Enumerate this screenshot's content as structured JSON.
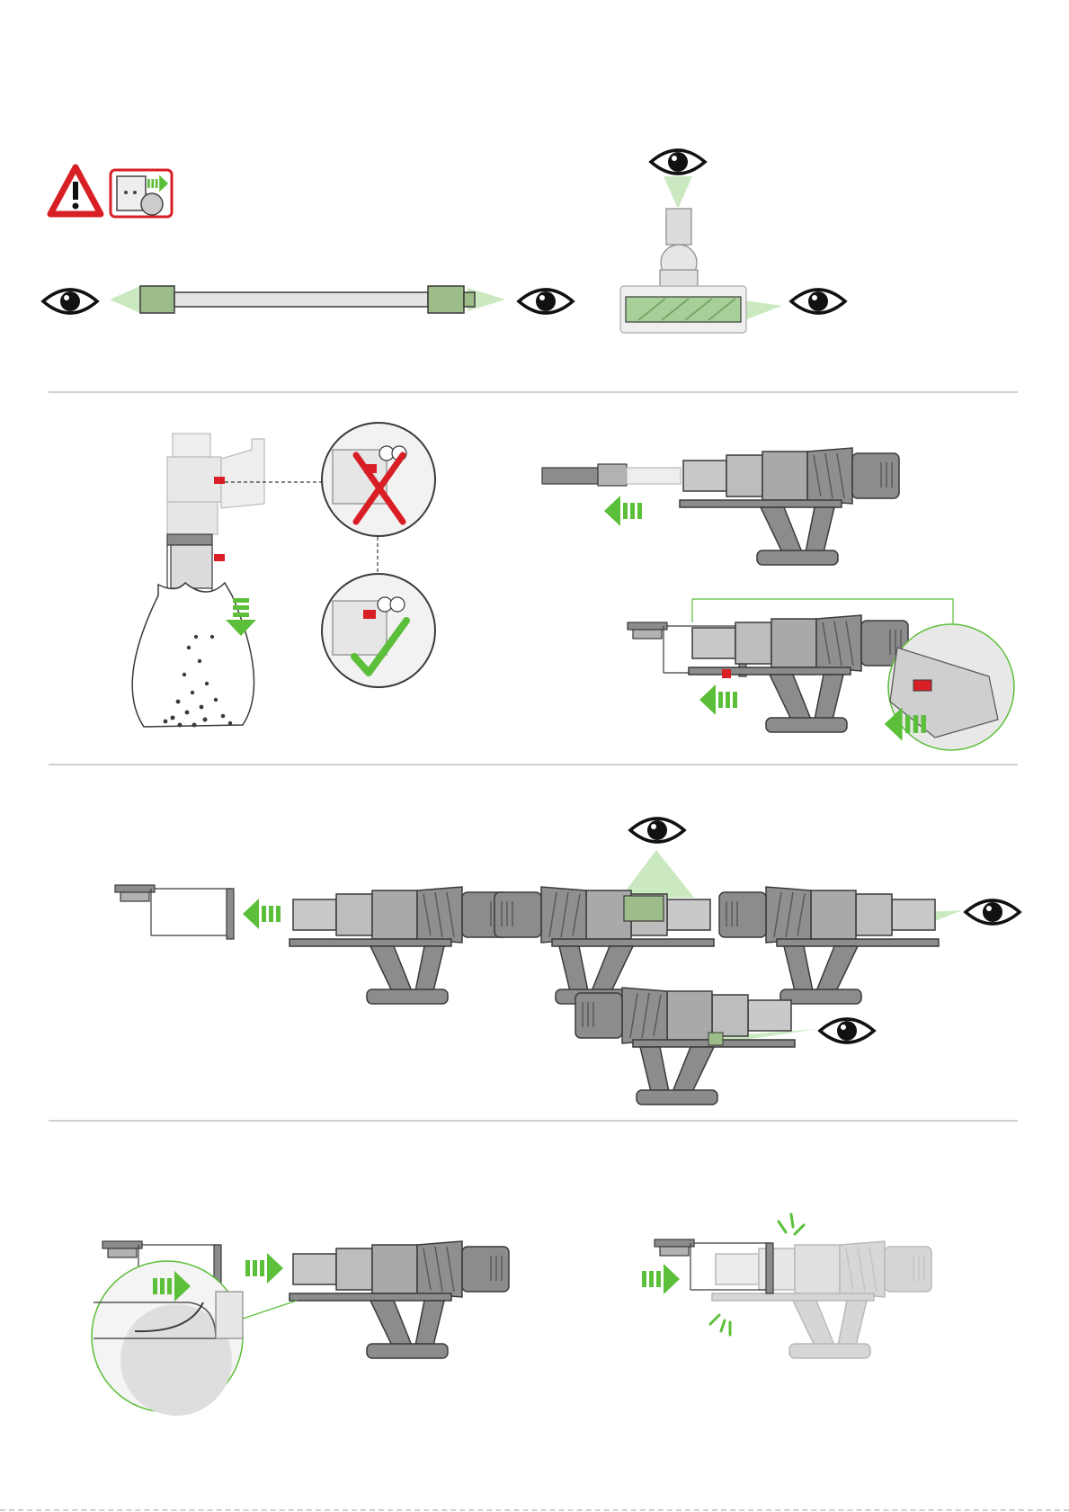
{
  "colors": {
    "accent_green": "#5cbf3a",
    "light_green": "#9fd78c",
    "beam_green": "#cbe9c0",
    "warning_red": "#d81f26",
    "body_gray": "#8c8c8c",
    "mid_gray": "#b2b2b2",
    "light_gray": "#dcdcdc",
    "outline": "#3a3a3a",
    "divider": "#b5b5b5"
  },
  "icons": {
    "warning": "warning-triangle-icon",
    "unplug": "unplug-charger-icon",
    "look": "eye-icon",
    "direction": "green-arrow-icon",
    "wrong": "red-cross-icon",
    "right": "green-check-icon"
  },
  "sections": [
    "inspect-wand-and-cleaner-head",
    "empty-bin-and-remove-bin",
    "inspect-cyclone-and-inlet",
    "refit-bin"
  ]
}
